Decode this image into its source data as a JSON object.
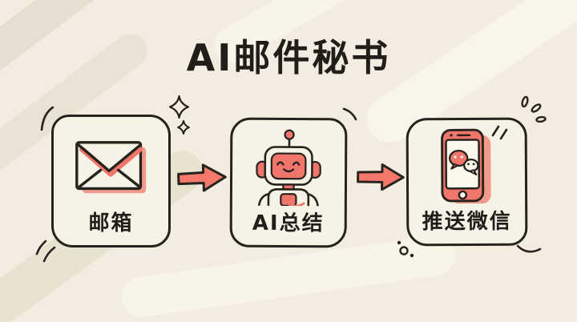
{
  "title": "AI邮件秘书",
  "steps": [
    {
      "id": "mailbox",
      "label": "邮箱",
      "icon": "envelope-icon"
    },
    {
      "id": "ai-summary",
      "label": "AI总结",
      "icon": "robot-icon"
    },
    {
      "id": "wechat-push",
      "label": "推送微信",
      "icon": "wechat-phone-icon"
    }
  ],
  "connectors": [
    {
      "from": "mailbox",
      "to": "ai-summary",
      "icon": "arrow-right-icon"
    },
    {
      "from": "ai-summary",
      "to": "wechat-push",
      "icon": "arrow-right-icon"
    }
  ],
  "decorations": [
    "sparkle-large-icon",
    "sparkle-small-icon",
    "arc-top-left-card1",
    "motion-arcs-bottom-left-card1",
    "arc-top-right-card2",
    "emphasis-dashes-top-right-card3",
    "arc-bottom-right-card3",
    "dots-bottom-left-card3",
    "phone-emphasis-dashes"
  ],
  "colors": {
    "background": "#f2ede0",
    "card_fill": "#f7f2e6",
    "ink": "#26231e",
    "coral": "#f0756a",
    "coral_shadow": "#f29a8a"
  }
}
